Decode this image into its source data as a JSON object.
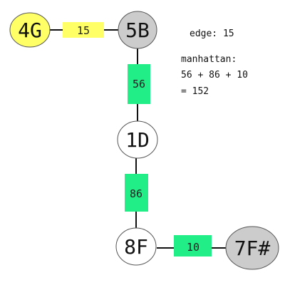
{
  "nodes": {
    "n4g": {
      "label": "4G",
      "fill": "#ffff66"
    },
    "n5b": {
      "label": "5B",
      "fill": "#cccccc"
    },
    "n1d": {
      "label": "1D",
      "fill": "#ffffff"
    },
    "n8f": {
      "label": "8F",
      "fill": "#ffffff"
    },
    "n7f": {
      "label": "7F#",
      "fill": "#cccccc"
    }
  },
  "edges": {
    "e4g5b": {
      "label": "15",
      "fill": "#ffff66"
    },
    "e5b1d": {
      "label": "56",
      "fill": "#22ee88"
    },
    "e1d8f": {
      "label": "86",
      "fill": "#22ee88"
    },
    "e8f7f": {
      "label": "10",
      "fill": "#22ee88"
    }
  },
  "info": {
    "edge_line": "edge: 15",
    "manhattan_title": "manhattan:",
    "manhattan_sum": "56 + 86 + 10",
    "manhattan_total": "= 152"
  }
}
